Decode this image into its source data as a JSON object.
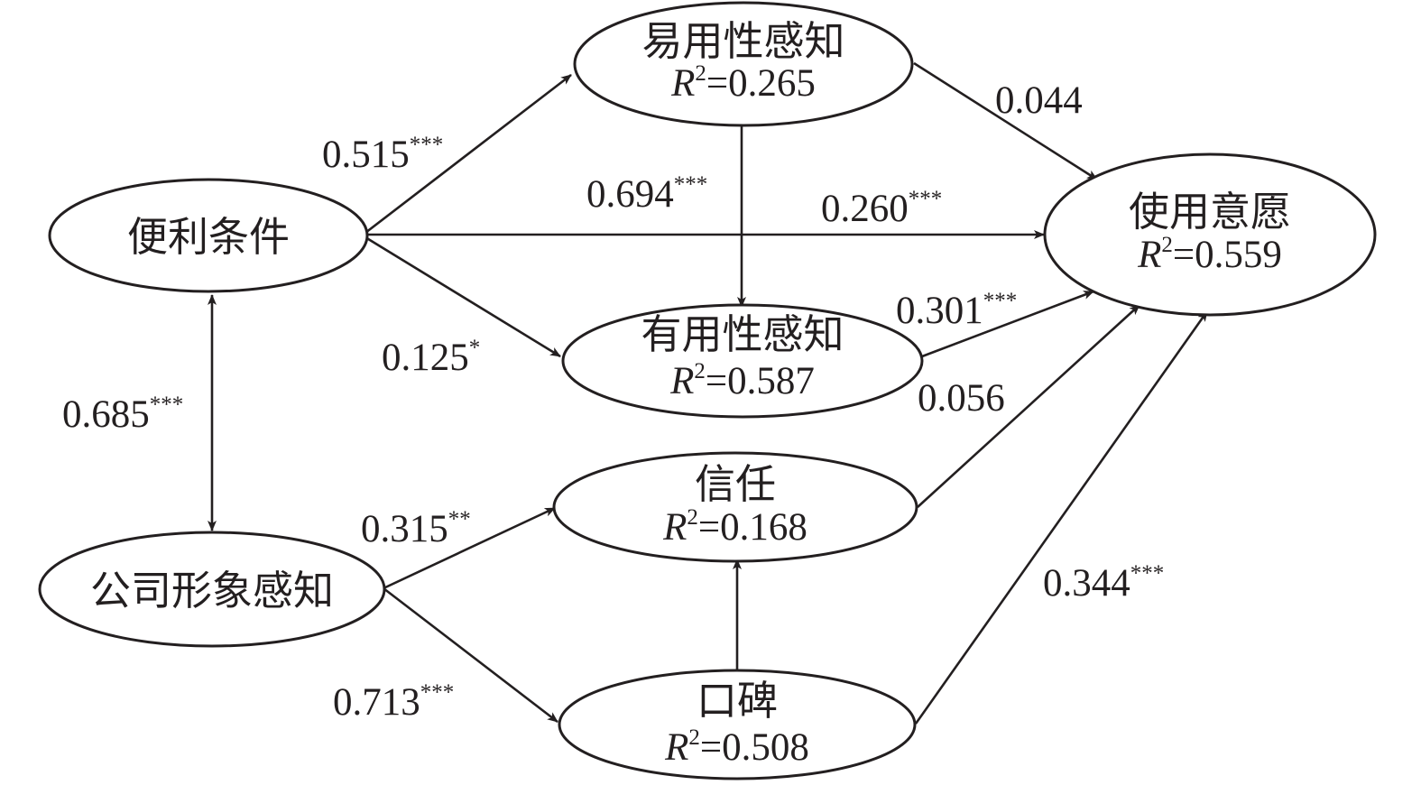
{
  "nodes": {
    "ease": {
      "name": "易用性感知",
      "r2_symbol": "R",
      "r2_exp": "2",
      "r2_value": "=0.265"
    },
    "facilitating": {
      "name": "便利条件"
    },
    "intention": {
      "name": "使用意愿",
      "r2_symbol": "R",
      "r2_exp": "2",
      "r2_value": "=0.559"
    },
    "usefulness": {
      "name": "有用性感知",
      "r2_symbol": "R",
      "r2_exp": "2",
      "r2_value": "=0.587"
    },
    "trust": {
      "name": "信任",
      "r2_symbol": "R",
      "r2_exp": "2",
      "r2_value": "=0.168"
    },
    "image": {
      "name": "公司形象感知"
    },
    "wom": {
      "name": "口碑",
      "r2_symbol": "R",
      "r2_exp": "2",
      "r2_value": "=0.508"
    }
  },
  "edges": [
    {
      "id": "facilitating-ease",
      "from": "便利条件",
      "to": "易用性感知",
      "coef": "0.515",
      "sig": "***"
    },
    {
      "id": "ease-intention",
      "from": "易用性感知",
      "to": "使用意愿",
      "coef": "0.044",
      "sig": ""
    },
    {
      "id": "ease-usefulness",
      "from": "易用性感知",
      "to": "有用性感知",
      "coef": "0.694",
      "sig": "***"
    },
    {
      "id": "facilitating-intention",
      "from": "便利条件",
      "to": "使用意愿",
      "coef": "0.260",
      "sig": "***"
    },
    {
      "id": "facilitating-usefulness",
      "from": "便利条件",
      "to": "有用性感知",
      "coef": "0.125",
      "sig": "*"
    },
    {
      "id": "usefulness-intention",
      "from": "有用性感知",
      "to": "使用意愿",
      "coef": "0.301",
      "sig": "***"
    },
    {
      "id": "trust-intention",
      "from": "信任",
      "to": "使用意愿",
      "coef": "0.056",
      "sig": ""
    },
    {
      "id": "facilitating-image",
      "from": "便利条件",
      "to": "公司形象感知",
      "coef": "0.685",
      "sig": "***",
      "bidirectional": true
    },
    {
      "id": "image-trust",
      "from": "公司形象感知",
      "to": "信任",
      "coef": "0.315",
      "sig": "**"
    },
    {
      "id": "wom-intention",
      "from": "口碑",
      "to": "使用意愿",
      "coef": "0.344",
      "sig": "***"
    },
    {
      "id": "image-wom",
      "from": "公司形象感知",
      "to": "口碑",
      "coef": "0.713",
      "sig": "***"
    },
    {
      "id": "wom-trust",
      "from": "口碑",
      "to": "信任"
    }
  ]
}
